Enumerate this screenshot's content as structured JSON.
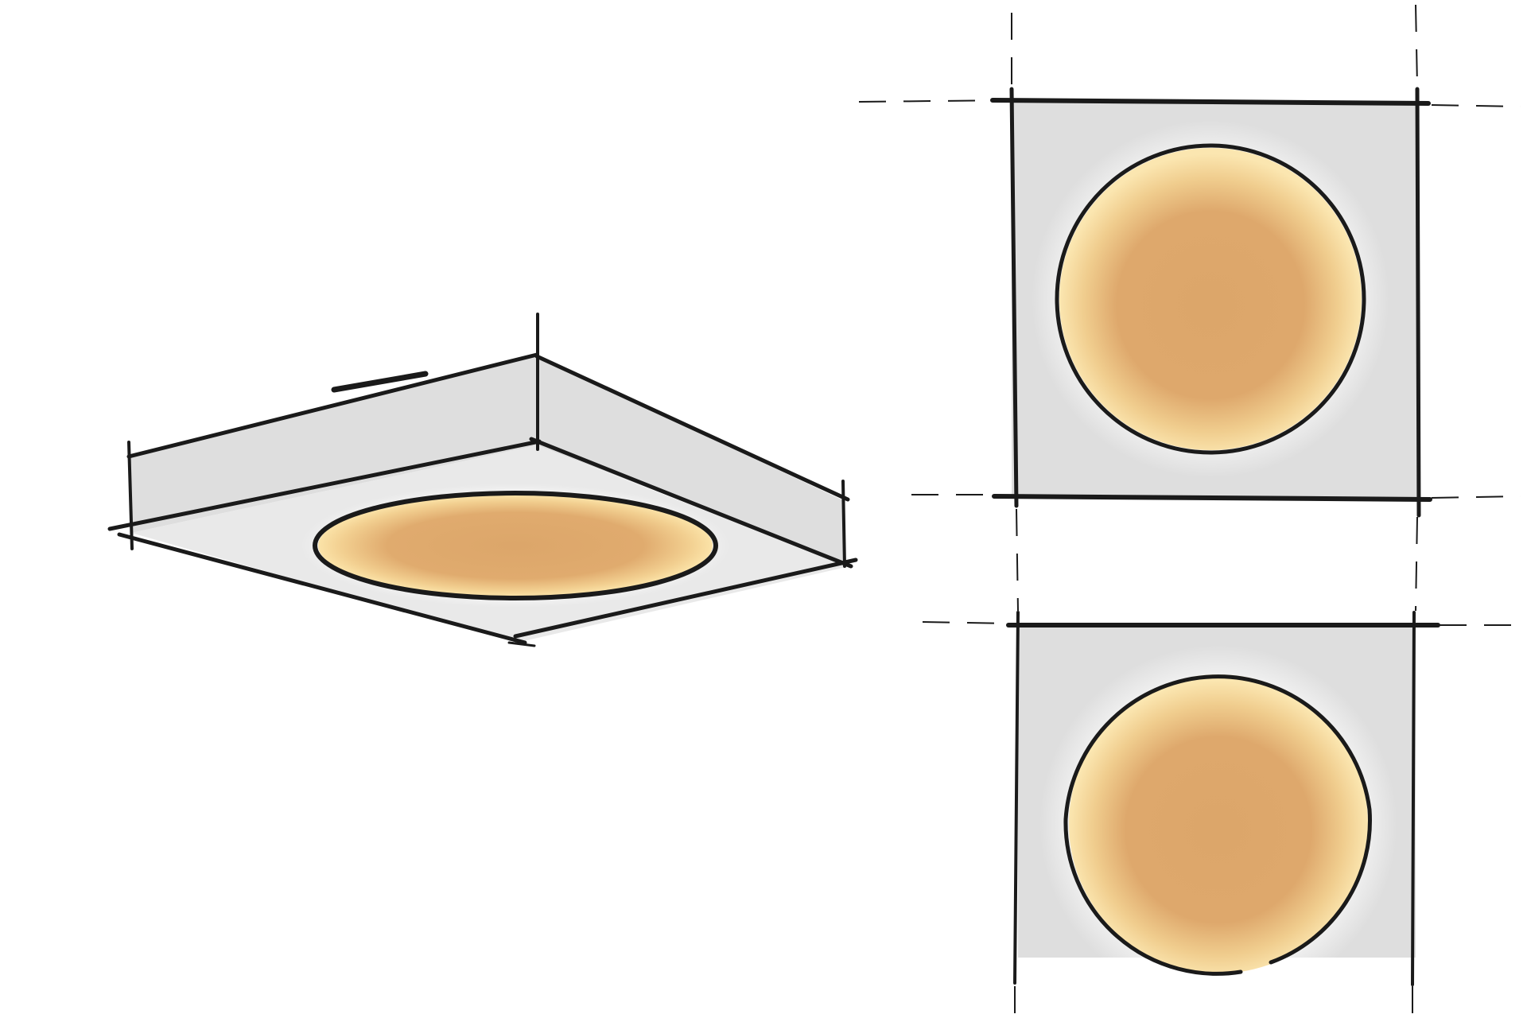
{
  "drawing": {
    "views": [
      {
        "id": "perspective",
        "shape": "square-panel",
        "feature": "circular-light"
      },
      {
        "id": "top",
        "shape": "square-panel",
        "feature": "circular-light"
      },
      {
        "id": "front",
        "shape": "square-panel",
        "feature": "circular-light"
      }
    ],
    "colors": {
      "ink": "#1a1a1a",
      "panel_gray": "#dedede",
      "light_core": "#dca66a",
      "light_glow": "#f6dca0",
      "background": "#ffffff"
    },
    "style": "hand-drawn marker sketch"
  }
}
